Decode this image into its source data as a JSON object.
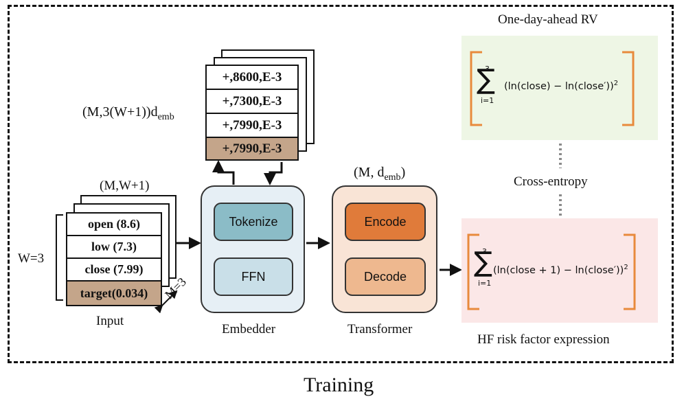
{
  "caption": "Training",
  "input": {
    "shape_label": "(M,W+1)",
    "window_label": "W=3",
    "m_label": "M=3",
    "rows": [
      "open (8.6)",
      "low (7.3)",
      "close (7.99)",
      "target(0.034)"
    ],
    "name": "Input"
  },
  "tokens": {
    "shape_label_main": "(M,3(W+1))d",
    "shape_label_sub": "emb",
    "rows": [
      "+,8600,E-3",
      "+,7300,E-3",
      "+,7990,E-3",
      "+,7990,E-3"
    ]
  },
  "embedder": {
    "name": "Embedder",
    "modules": [
      "Tokenize",
      "FFN"
    ]
  },
  "transformer": {
    "shape_label_main": "(M, d",
    "shape_label_sub": "emb",
    "shape_label_close": ")",
    "name": "Transformer",
    "modules": [
      "Encode",
      "Decode"
    ]
  },
  "target_rv": {
    "title": "One-day-ahead RV",
    "formula_upper": "3",
    "formula_lower": "i=1",
    "formula_body": "(ln(close) − ln(close′))",
    "formula_exp": "2"
  },
  "loss_label": "Cross-entropy",
  "hf_expression": {
    "title": "HF risk factor expression",
    "formula_upper": "3",
    "formula_lower": "i=1",
    "formula_body": "(ln(close + 1) − ln(close′))",
    "formula_exp": "2"
  },
  "colors": {
    "highlight_row": "#c4a58a",
    "embedder_bg": "#e6eff5",
    "tokenize": "#8bbcc7",
    "ffn": "#c9dfe8",
    "transformer_bg": "#f9e4d6",
    "encode": "#e07b3a",
    "decode": "#eeb88f",
    "rv_bg": "#eef6e5",
    "hf_bg": "#fbe7e7",
    "bracket": "#e88a3c"
  }
}
